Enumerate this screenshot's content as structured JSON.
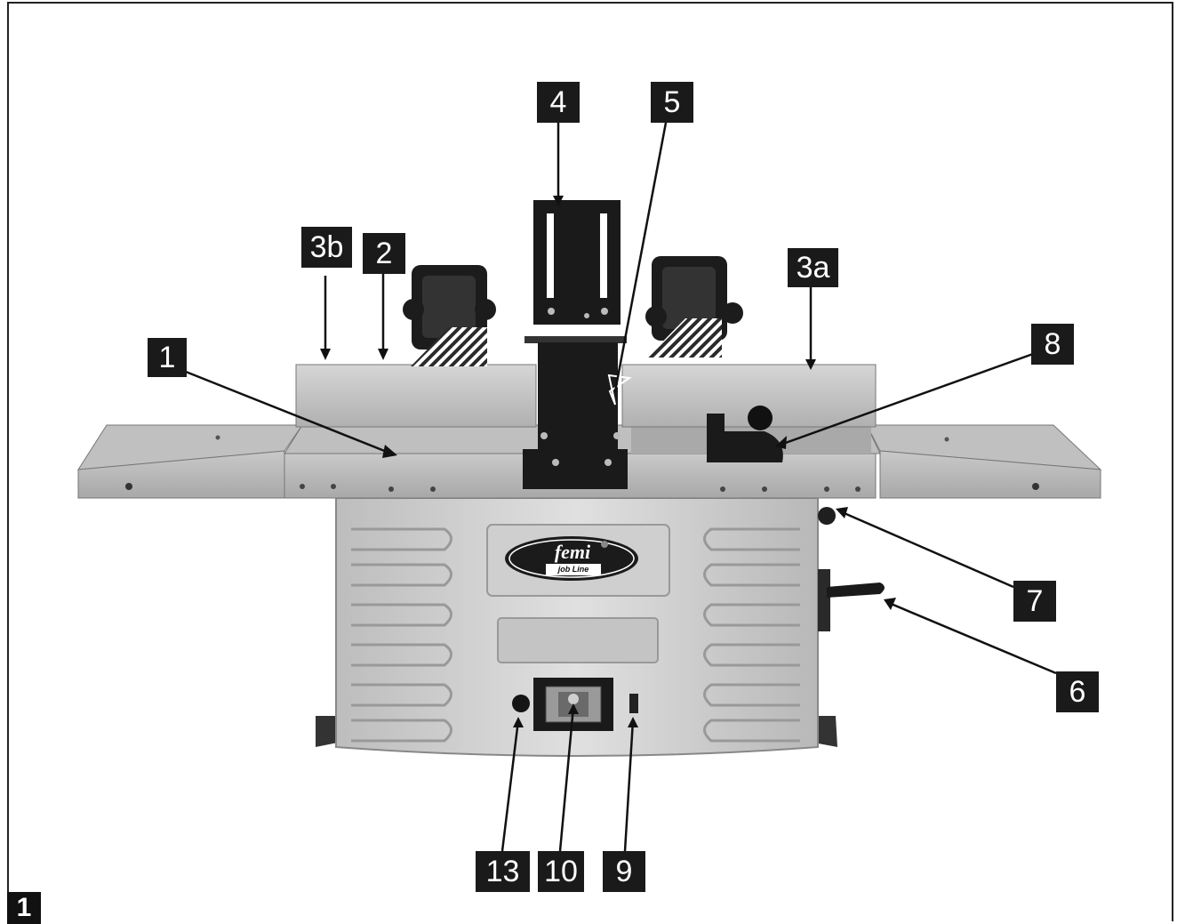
{
  "figure": {
    "number": "1",
    "logo_text": "femi",
    "logo_subtext": "job Line"
  },
  "callouts": {
    "c1": "1",
    "c2": "2",
    "c3a": "3a",
    "c3b": "3b",
    "c4": "4",
    "c5": "5",
    "c6": "6",
    "c7": "7",
    "c8": "8",
    "c9": "9",
    "c10": "10",
    "c13": "13"
  },
  "colors": {
    "label_bg": "#1a1a1a",
    "label_text": "#ffffff",
    "table_surface": "#b5b5b5",
    "body_metal": "#d2d2d2",
    "dark_parts": "#1e1e1e"
  }
}
